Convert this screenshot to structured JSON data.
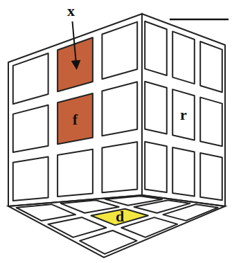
{
  "diagram": {
    "labels": [
      "x",
      "f",
      "r",
      "d"
    ]
  }
}
